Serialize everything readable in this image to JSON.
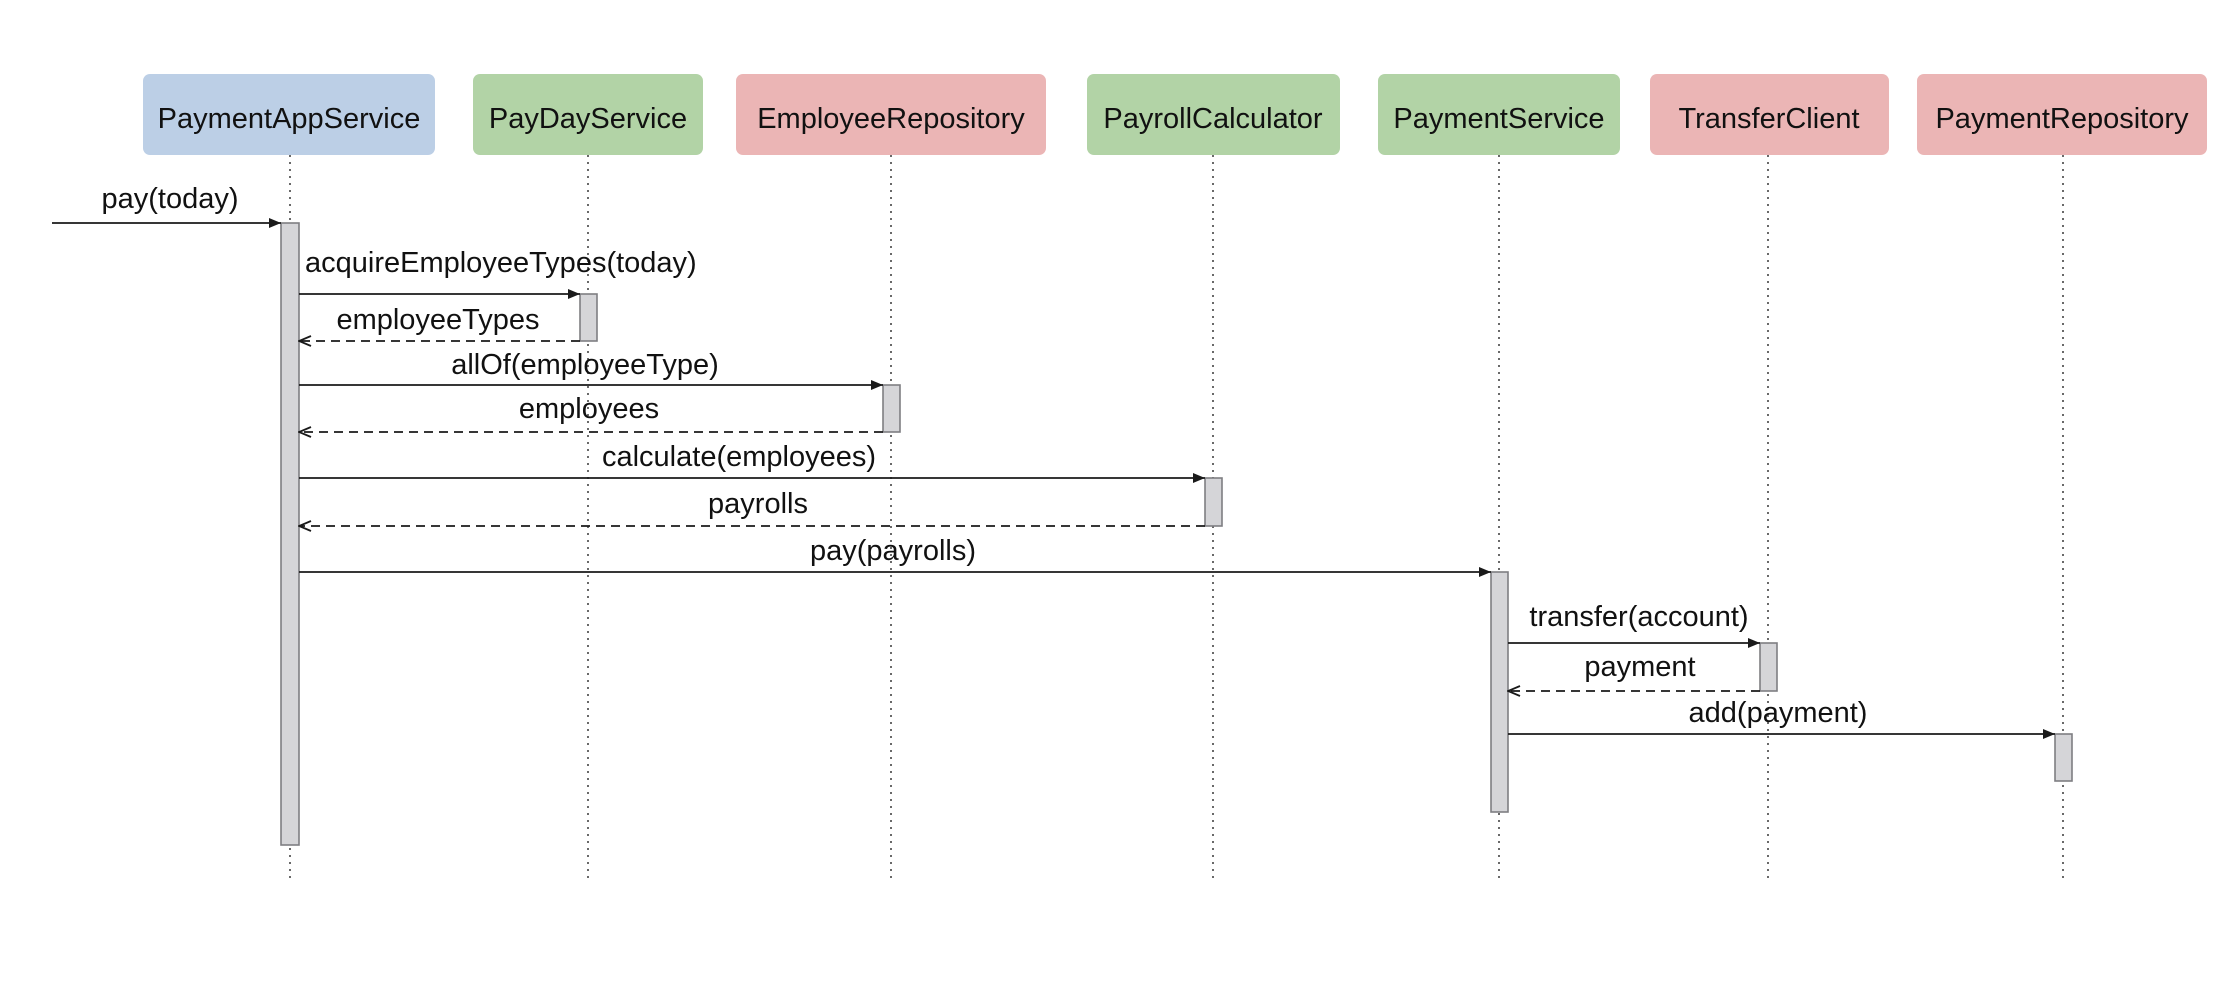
{
  "participants": [
    {
      "id": "app",
      "label": "PaymentAppService",
      "color": "#bccfe6"
    },
    {
      "id": "payday",
      "label": "PayDayService",
      "color": "#b2d3a6"
    },
    {
      "id": "emprepo",
      "label": "EmployeeRepository",
      "color": "#ebb5b5"
    },
    {
      "id": "calc",
      "label": "PayrollCalculator",
      "color": "#b2d3a6"
    },
    {
      "id": "paysvc",
      "label": "PaymentService",
      "color": "#b2d3a6"
    },
    {
      "id": "transfer",
      "label": "TransferClient",
      "color": "#ebb5b5"
    },
    {
      "id": "payrepo",
      "label": "PaymentRepository",
      "color": "#ebb5b5"
    }
  ],
  "messages": [
    {
      "from": "external",
      "to": "app",
      "label": "pay(today)",
      "kind": "call"
    },
    {
      "from": "app",
      "to": "payday",
      "label": "acquireEmployeeTypes(today)",
      "kind": "call"
    },
    {
      "from": "payday",
      "to": "app",
      "label": "employeeTypes",
      "kind": "return"
    },
    {
      "from": "app",
      "to": "emprepo",
      "label": "allOf(employeeType)",
      "kind": "call"
    },
    {
      "from": "emprepo",
      "to": "app",
      "label": "employees",
      "kind": "return"
    },
    {
      "from": "app",
      "to": "calc",
      "label": "calculate(employees)",
      "kind": "call"
    },
    {
      "from": "calc",
      "to": "app",
      "label": "payrolls",
      "kind": "return"
    },
    {
      "from": "app",
      "to": "paysvc",
      "label": "pay(payrolls)",
      "kind": "call"
    },
    {
      "from": "paysvc",
      "to": "transfer",
      "label": "transfer(account)",
      "kind": "call"
    },
    {
      "from": "transfer",
      "to": "paysvc",
      "label": "payment",
      "kind": "return"
    },
    {
      "from": "paysvc",
      "to": "payrepo",
      "label": "add(payment)",
      "kind": "call"
    }
  ]
}
